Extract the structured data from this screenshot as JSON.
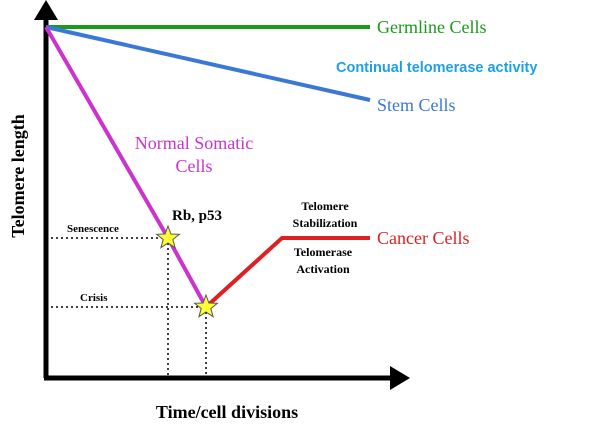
{
  "axes": {
    "x_label": "Time/cell divisions",
    "y_label": "Telomere length"
  },
  "series": {
    "germline": {
      "label": "Germline Cells",
      "color": "#1a9a1a"
    },
    "stem": {
      "label": "Stem Cells",
      "color": "#3a78d8"
    },
    "somatic": {
      "label_line1": "Normal Somatic",
      "label_line2": "Cells",
      "color": "#cc33cc"
    },
    "cancer": {
      "label": "Cancer Cells",
      "color": "#e02020"
    }
  },
  "annotations": {
    "telomerase_activity": "Continual telomerase activity",
    "telomerase_activity_color": "#1ea0e6",
    "checkpoint": "Rb, p53",
    "senescence": "Senescence",
    "crisis": "Crisis",
    "stabilization_line1": "Telomere",
    "stabilization_line2": "Stabilization",
    "activation_line1": "Telomerase",
    "activation_line2": "Activation"
  },
  "colors": {
    "axis": "#000000",
    "star_fill": "#ffff33",
    "star_stroke": "#555555"
  }
}
